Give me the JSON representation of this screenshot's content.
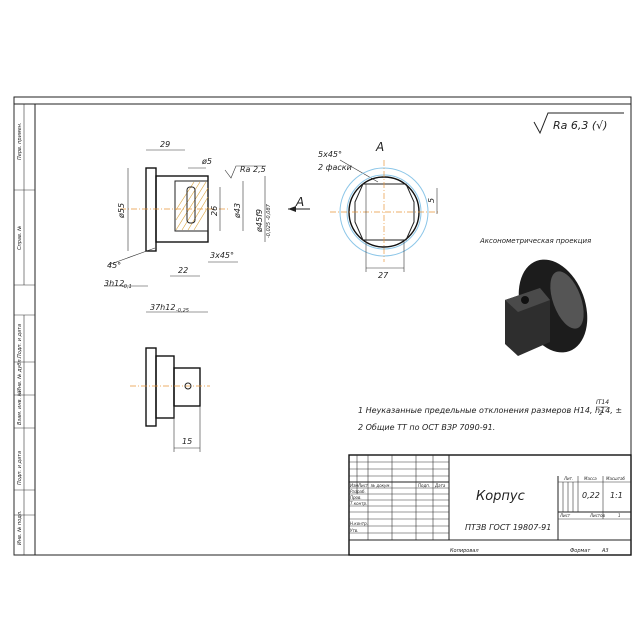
{
  "roughness": {
    "symbol": "Ra 6,3 (√)"
  },
  "front_view": {
    "dim_29": "29",
    "dim_d5": "ø5",
    "dim_ra": "Ra 2,5",
    "dim_d55": "ø55",
    "dim_26": "26",
    "dim_d43": "ø43",
    "dim_d45": "ø45f9",
    "dim_d45_tol": "-0,025 -0,087",
    "dim_45deg": "45°",
    "dim_3h12": "3h12",
    "dim_3h12_tol": "-0,1",
    "dim_22": "22",
    "dim_3x45": "3х45°",
    "dim_37h12": "37h12",
    "dim_37h12_tol": "-0,25",
    "section_label": "A"
  },
  "side_view": {
    "view_label": "A",
    "chamfer_1": "5х45°",
    "chamfer_2": "2 фаски",
    "dim_27": "27",
    "dim_5": "5"
  },
  "bottom_view": {
    "dim_15": "15"
  },
  "axonometric": {
    "caption": "Аксонометрическая проекция"
  },
  "notes": {
    "line1_text": "1 Неуказанные предельные отклонения размеров H14, h14, ±",
    "line1_frac_top": "IT14",
    "line1_frac_bottom": "2",
    "line2": "2  Общие ТТ по ОСТ ВЗР 7090-91."
  },
  "title_block": {
    "part_name": "Корпус",
    "doc_code": "ПТЗВ ГОСТ 19807-91",
    "headers": {
      "izm": "Изм",
      "list": "Лист",
      "doc_no": "№ докум.",
      "sign": "Подп.",
      "date": "Дата"
    },
    "roles": {
      "developed": "Разраб.",
      "checked": "Пров.",
      "tech_control": "Т.контр.",
      "norm_control": "Н.контр.",
      "approved": "Утв."
    },
    "lit_label": "Лит.",
    "mass_label": "Масса",
    "scale_label": "Масштаб",
    "mass": "0,22",
    "scale": "1:1",
    "sheet_label": "Лист",
    "sheets_label": "Листов",
    "sheets": "1",
    "copied": "Копировал",
    "format_label": "Формат",
    "format": "А3"
  },
  "side_frame": {
    "perv_primen": "Перв. примен.",
    "sprav_no": "Справ. №",
    "podp_data_1": "Подп. и дата",
    "inv_dubl": "Инв. № дубл.",
    "vzam_inv": "Взам. инв. №",
    "podp_data_2": "Подп. и дата",
    "inv_podl": "Инв. № подл."
  }
}
